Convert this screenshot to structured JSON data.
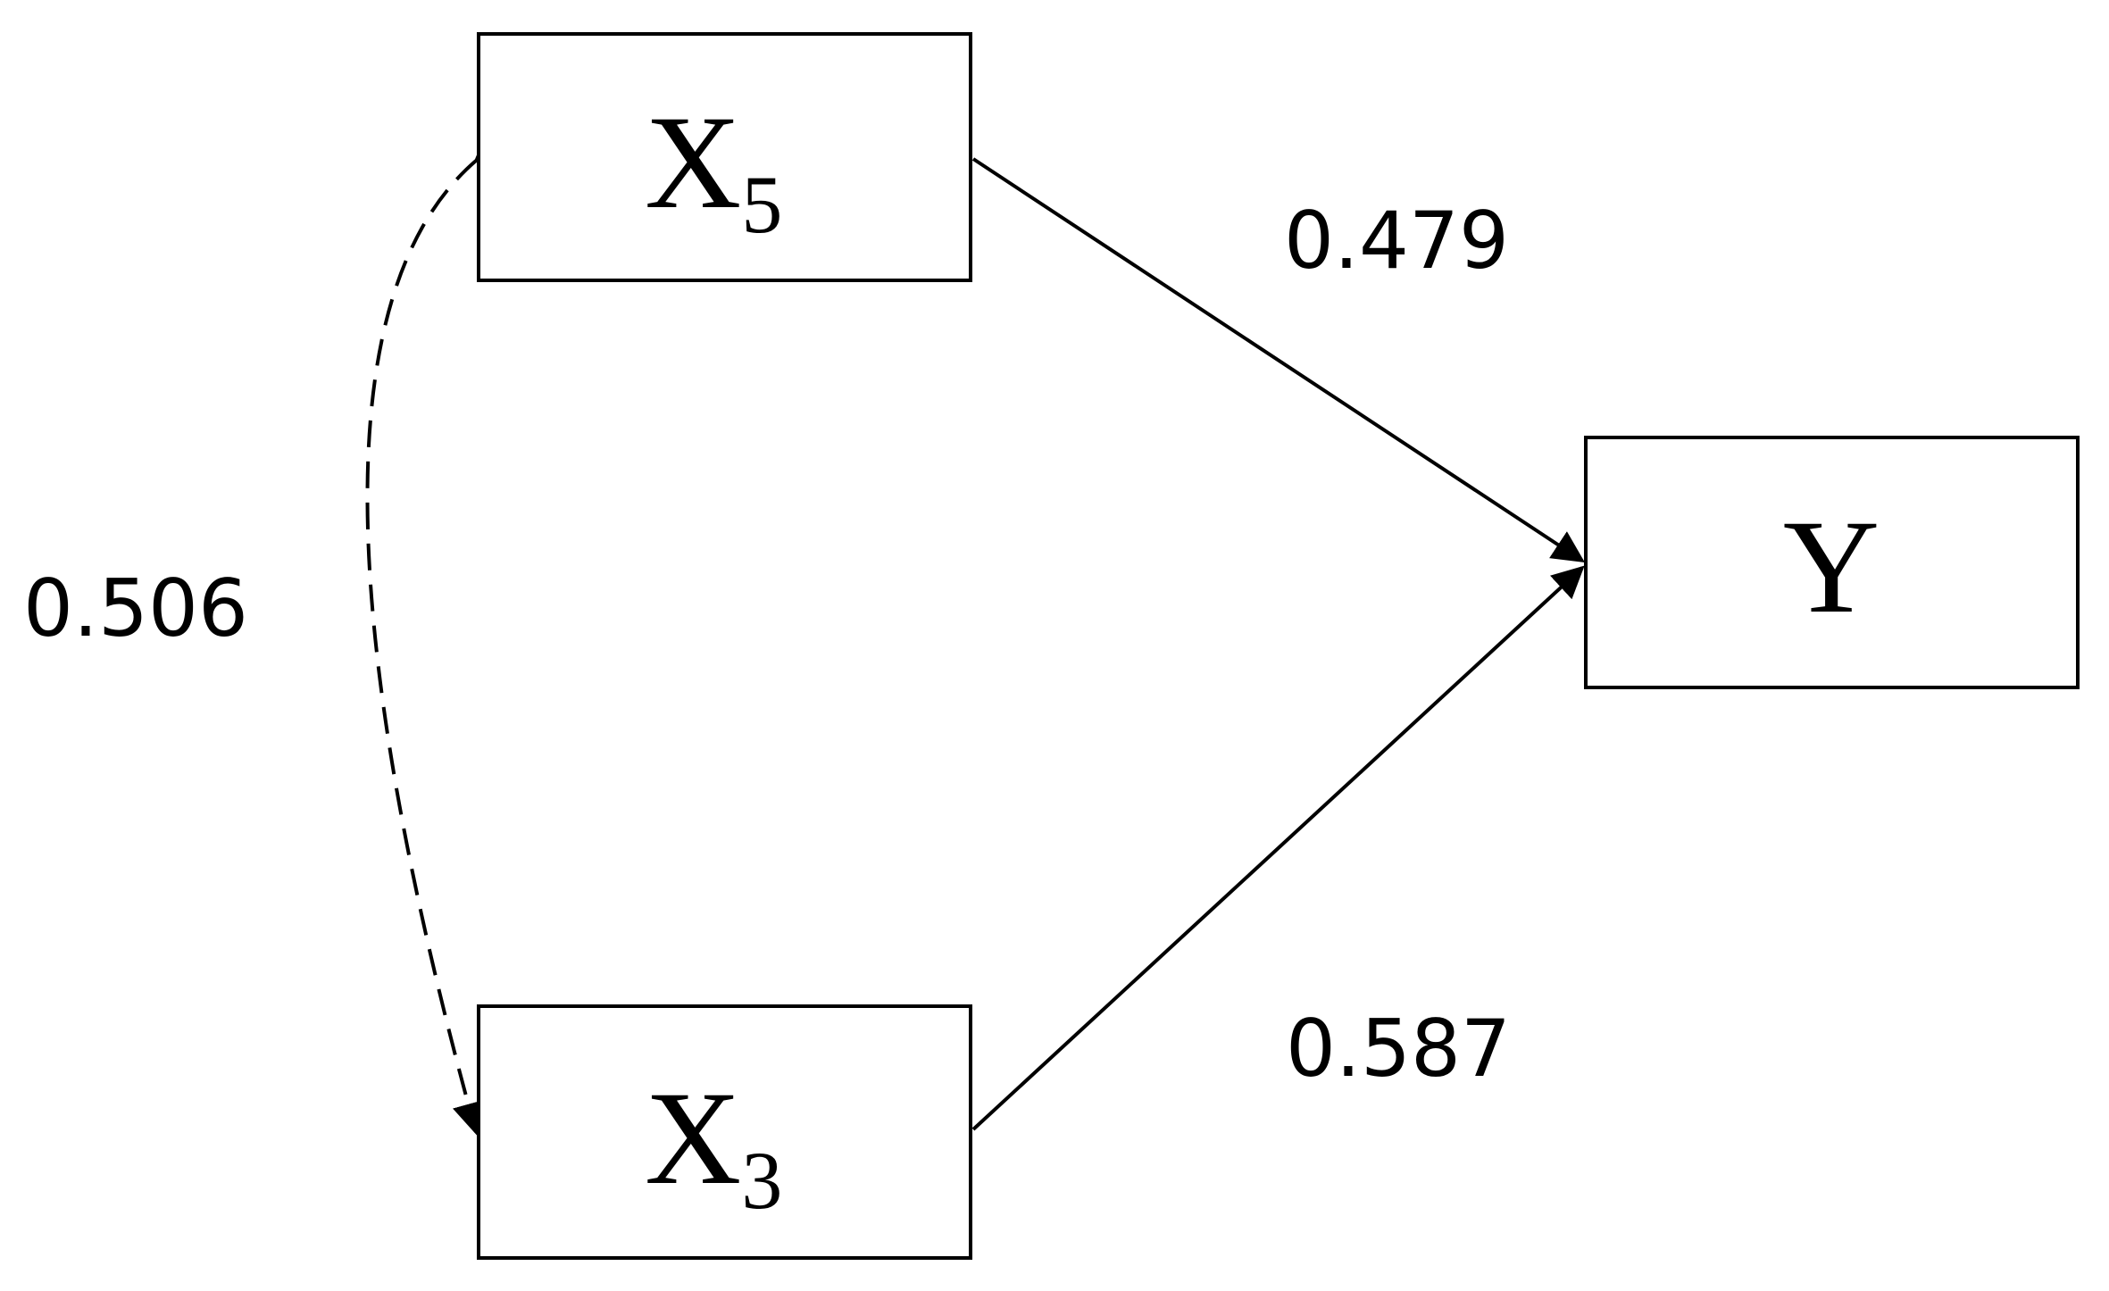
{
  "nodes": {
    "x5": {
      "main": "X",
      "sub": "5"
    },
    "x3": {
      "main": "X",
      "sub": "3"
    },
    "y": {
      "main": "Y"
    }
  },
  "paths": {
    "x5_to_y": "0.479",
    "x3_to_y": "0.587",
    "x5_x3_correlation": "0.506"
  },
  "colors": {
    "stroke": "#000000",
    "background": "#ffffff"
  }
}
